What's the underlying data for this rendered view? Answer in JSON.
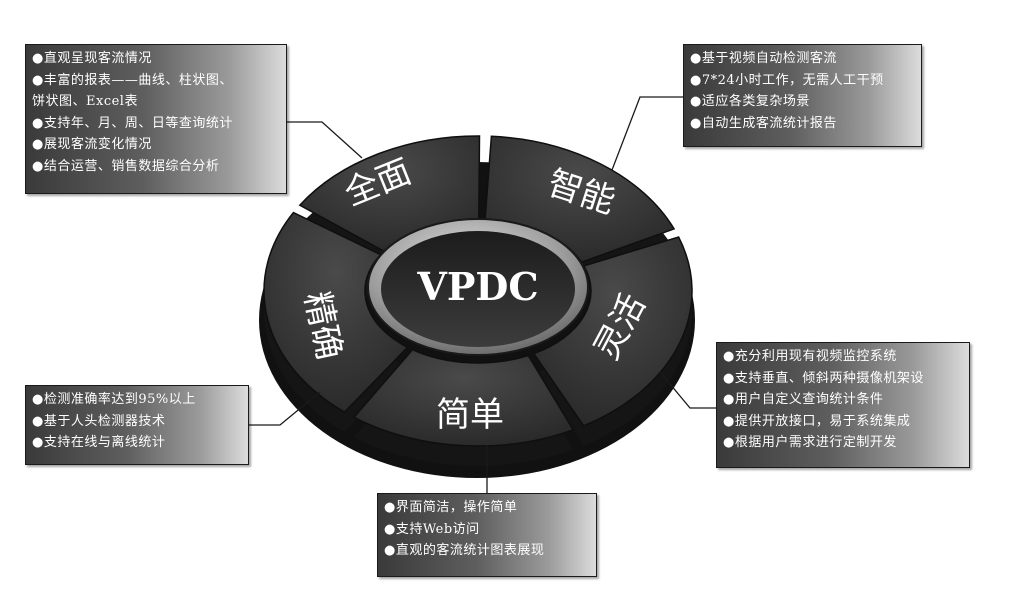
{
  "center": {
    "label": "VPDC"
  },
  "colors": {
    "ring_dark": "#2f2f2f",
    "ring_edge": "#141414",
    "hub_light": "#dcdcdc",
    "box_dark": "#3a3a3a",
    "box_light": "#dcdcdc"
  },
  "segments": {
    "quanmian": {
      "label": "全面"
    },
    "zhineng": {
      "label": "智能"
    },
    "linghuo": {
      "label": "灵活"
    },
    "jiandan": {
      "label": "简单"
    },
    "jingque": {
      "label": "精确"
    }
  },
  "boxes": {
    "quanmian": {
      "items": [
        "●直观呈现客流情况",
        "●丰富的报表——曲线、柱状图、",
        "饼状图、Excel表",
        "●支持年、月、周、日等查询统计",
        "●展现客流变化情况",
        "●结合运营、销售数据综合分析"
      ]
    },
    "zhineng": {
      "items": [
        "●基于视频自动检测客流",
        "●7*24小时工作，无需人工干预",
        "●适应各类复杂场景",
        "●自动生成客流统计报告"
      ]
    },
    "linghuo": {
      "items": [
        "●充分利用现有视频监控系统",
        "●支持垂直、倾斜两种摄像机架设",
        "●用户自定义查询统计条件",
        "●提供开放接口，易于系统集成",
        "●根据用户需求进行定制开发"
      ]
    },
    "jingque": {
      "items": [
        "●检测准确率达到95%以上",
        "●基于人头检测器技术",
        "●支持在线与离线统计"
      ]
    },
    "jiandan": {
      "items": [
        "●界面简洁，操作简单",
        "●支持Web访问",
        "●直观的客流统计图表展现"
      ]
    }
  }
}
